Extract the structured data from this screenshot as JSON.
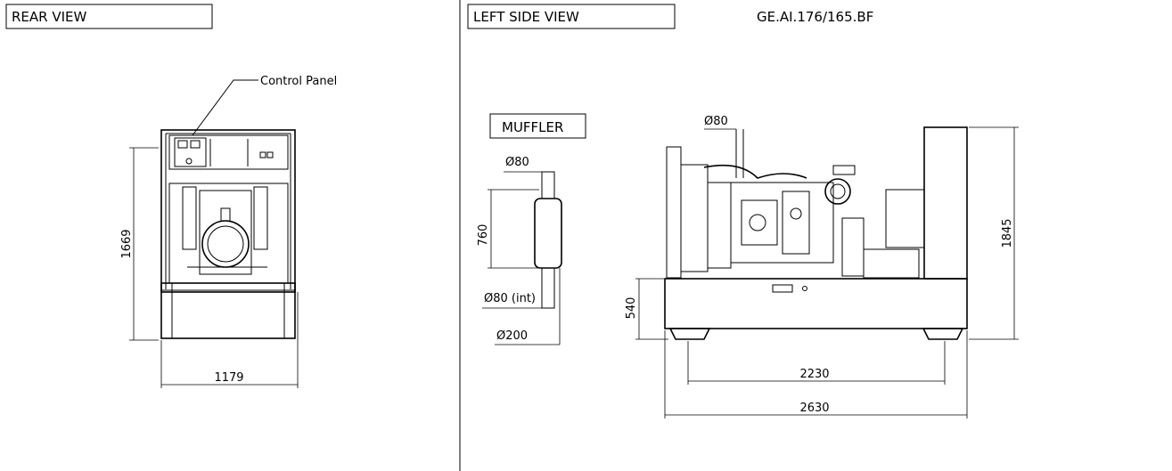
{
  "rear_view": {
    "title": "REAR VIEW",
    "callout": "Control Panel",
    "height_dim": "1669",
    "width_dim": "1179"
  },
  "left_side_view": {
    "title": "LEFT SIDE VIEW",
    "model_code": "GE.AI.176/165.BF",
    "exhaust_dia": "Ø80",
    "base_height_dim": "540",
    "total_height_dim": "1845",
    "inner_length_dim": "2230",
    "total_length_dim": "2630"
  },
  "muffler": {
    "title": "MUFFLER",
    "top_dia": "Ø80",
    "height_dim": "760",
    "inner_dia": "Ø80 (int)",
    "body_dia": "Ø200"
  }
}
